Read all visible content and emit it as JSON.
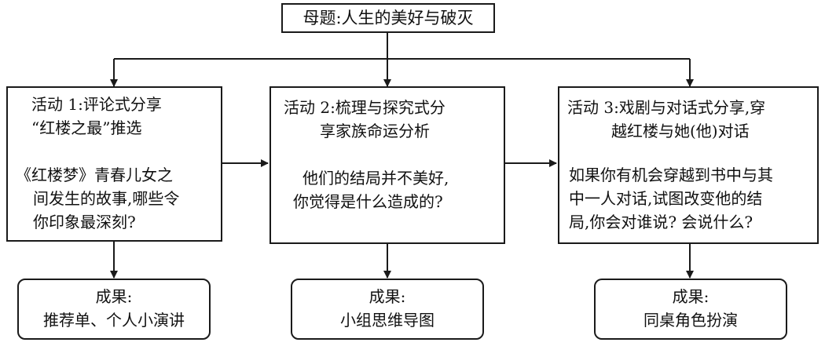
{
  "root": {
    "label": "母题:人生的美好与破灭"
  },
  "activities": [
    {
      "title_lines": [
        "活动 1:评论式分享",
        "“红楼之最”推选"
      ],
      "question_lines": [
        "《红楼梦》青春儿女之",
        "间发生的故事,哪些令",
        "你印象最深刻?"
      ],
      "result_title": "成果:",
      "result_text": "推荐单、个人小演讲"
    },
    {
      "title_lines": [
        "活动 2:梳理与探究式分",
        "享家族命运分析"
      ],
      "question_lines": [
        "他们的结局并不美好,",
        "你觉得是什么造成的?"
      ],
      "result_title": "成果:",
      "result_text": "小组思维导图"
    },
    {
      "title_lines": [
        "活动 3:戏剧与对话式分享,穿",
        "越红楼与她(他)对话"
      ],
      "question_lines": [
        "如果你有机会穿越到书中与其",
        "中一人对话,试图改变他的结",
        "局,你会对谁说? 会说什么?"
      ],
      "result_title": "成果:",
      "result_text": "同桌角色扮演"
    }
  ]
}
